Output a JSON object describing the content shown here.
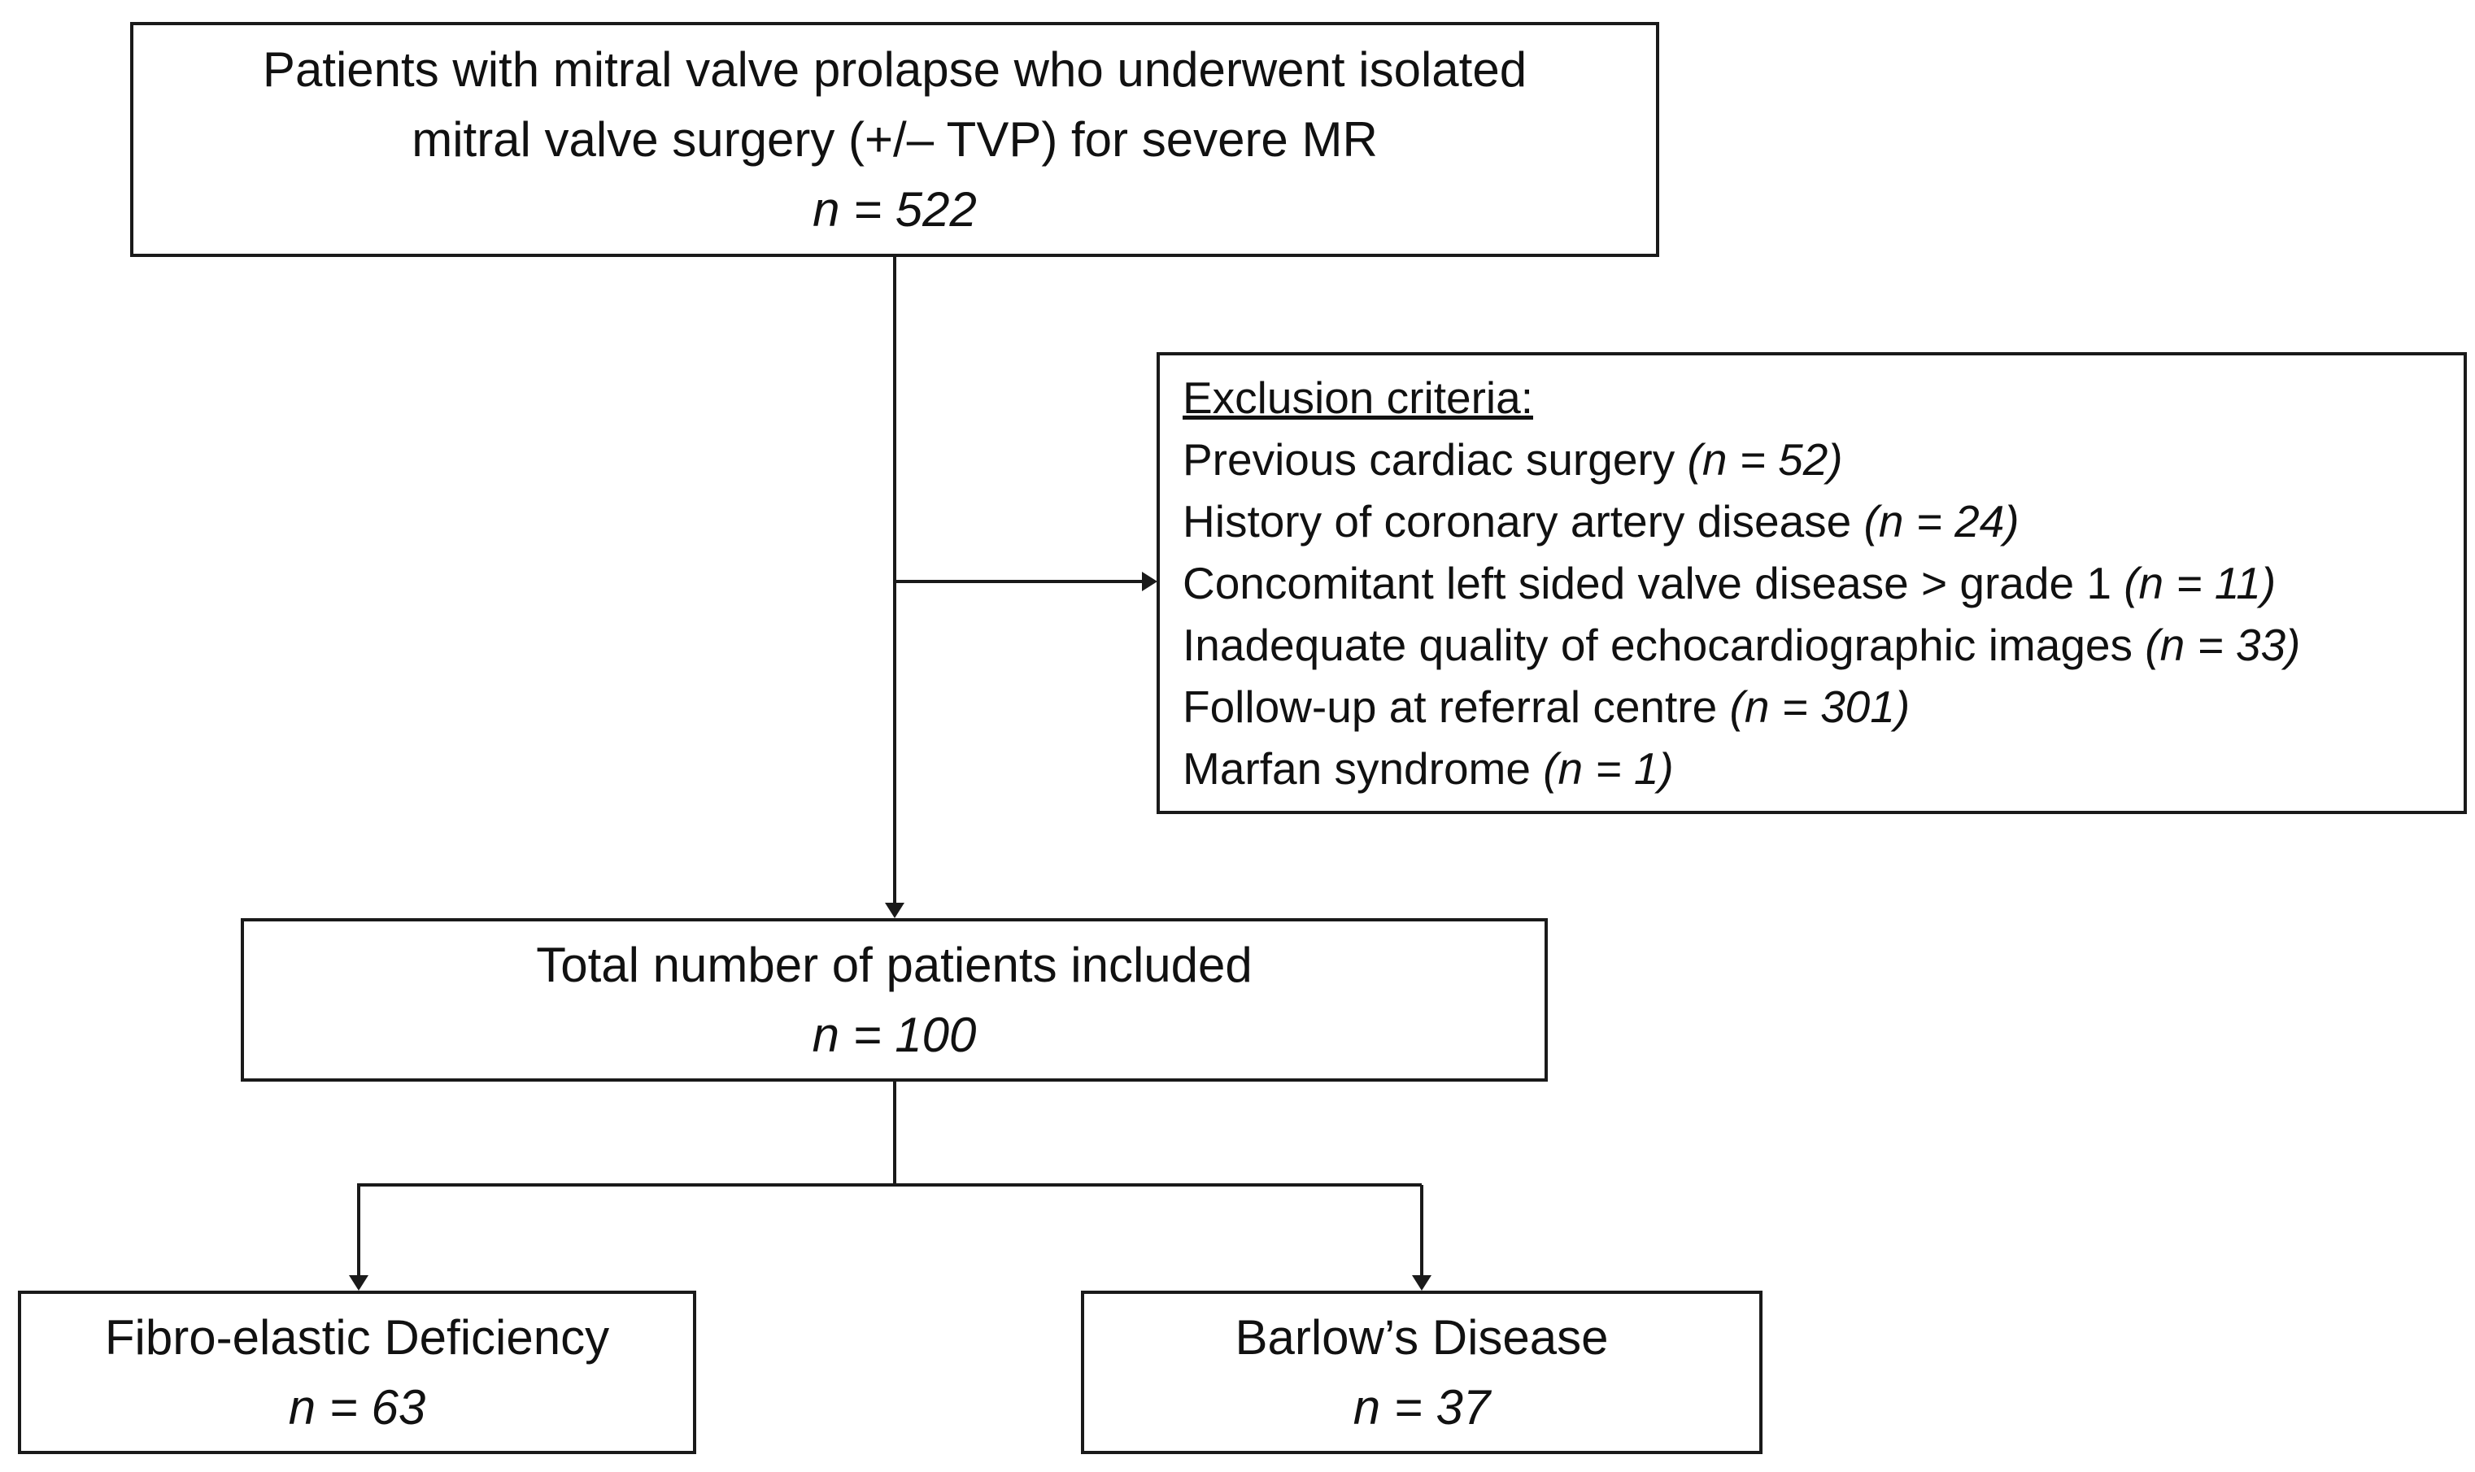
{
  "flowchart": {
    "start": {
      "line1": "Patients with mitral valve prolapse who underwent isolated",
      "line2": "mitral valve surgery (+/– TVP) for severe MR",
      "count": "n = 522"
    },
    "exclusion": {
      "heading": "Exclusion criteria:",
      "items": [
        {
          "label": "Previous cardiac surgery ",
          "count": "(n = 52)"
        },
        {
          "label": "History of coronary artery disease ",
          "count": "(n = 24)"
        },
        {
          "label": "Concomitant left sided valve disease > grade 1 ",
          "count": "(n = 11)"
        },
        {
          "label": "Inadequate quality of echocardiographic images ",
          "count": "(n = 33)"
        },
        {
          "label": "Follow-up at referral centre ",
          "count": "(n = 301)"
        },
        {
          "label": "Marfan syndrome ",
          "count": "(n = 1)"
        }
      ]
    },
    "included": {
      "label": "Total number of patients included",
      "count": "n = 100"
    },
    "groups": [
      {
        "label": "Fibro-elastic Deficiency",
        "count": "n = 63"
      },
      {
        "label": "Barlow’s Disease",
        "count": "n = 37"
      }
    ]
  }
}
